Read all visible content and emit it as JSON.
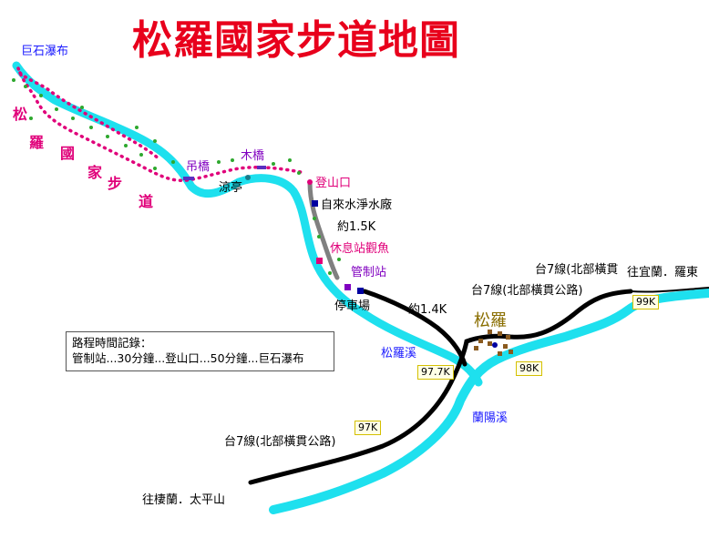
{
  "title": "松羅國家步道地圖",
  "trail_name_chars": [
    "松",
    "羅",
    "國",
    "家",
    "步",
    "道"
  ],
  "labels": {
    "waterfall": "巨石瀑布",
    "suspension_bridge": "吊橋",
    "wood_bridge": "木橋",
    "pavilion": "涼亭",
    "trailhead": "登山口",
    "water_plant": "自來水淨水廠",
    "dist_15": "約1.5K",
    "rest_station": "休息站觀魚",
    "control_station": "管制站",
    "parking": "停車場",
    "dist_14": "約1.4K",
    "songluo_village": "松羅",
    "songluo_stream": "松羅溪",
    "lanyang_stream": "蘭陽溪",
    "hwy_top_right": "台7線(北部橫貫",
    "hwy_mid": "台7線(北部橫貫公路)",
    "hwy_bottom": "台7線(北部橫貫公路)",
    "to_yilan": "往宜蘭．羅東",
    "to_qilan": "往棲蘭．太平山"
  },
  "km_markers": {
    "k99": "99K",
    "k98": "98K",
    "k977": "97.7K",
    "k97": "97K"
  },
  "record": {
    "heading": "路程時間記錄：",
    "text": "管制站...30分鐘...登山口...50分鐘...巨石瀑布"
  },
  "colors": {
    "title": "#e8001c",
    "river": "#1ee0ee",
    "road": "#000000",
    "trail_dots": "#e0007a",
    "trail_section": "#808080",
    "vegetation": "#2ea82e"
  }
}
